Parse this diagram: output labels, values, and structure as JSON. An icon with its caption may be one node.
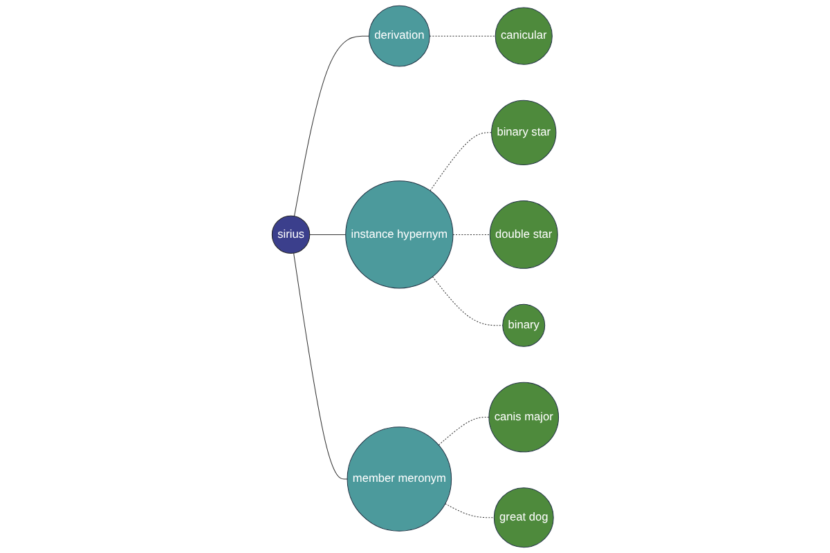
{
  "diagram": {
    "nodes": [
      {
        "text": [
          "canicular"
        ]
      },
      {
        "text": [
          "derivation"
        ]
      },
      {
        "text": [
          "binary star"
        ]
      },
      {
        "text": [
          "double star"
        ]
      },
      {
        "text": [
          "instance hypernym"
        ]
      },
      {
        "text": [
          "sirius"
        ]
      },
      {
        "text": [
          "binary"
        ]
      },
      {
        "text": [
          "member meronym"
        ]
      },
      {
        "text": [
          "canis major"
        ]
      },
      {
        "text": [
          "great dog"
        ]
      }
    ],
    "edges": [
      {
        "from": 5,
        "to": 1,
        "arrow": "none"
      },
      {
        "from": 1,
        "to": 0,
        "arrow": "none",
        "style": "dashed"
      },
      {
        "from": 5,
        "to": 4,
        "arrow": "none"
      },
      {
        "from": 4,
        "to": 2,
        "arrow": "none",
        "style": "dashed"
      },
      {
        "from": 4,
        "to": 3,
        "arrow": "none",
        "style": "dashed"
      },
      {
        "from": 4,
        "to": 6,
        "arrow": "none",
        "style": "dashed"
      },
      {
        "from": 5,
        "to": 7,
        "arrow": "none"
      },
      {
        "from": 7,
        "to": 8,
        "arrow": "none",
        "style": "dashed"
      },
      {
        "from": 7,
        "to": 9,
        "arrow": "none",
        "style": "dashed"
      }
    ]
  }
}
